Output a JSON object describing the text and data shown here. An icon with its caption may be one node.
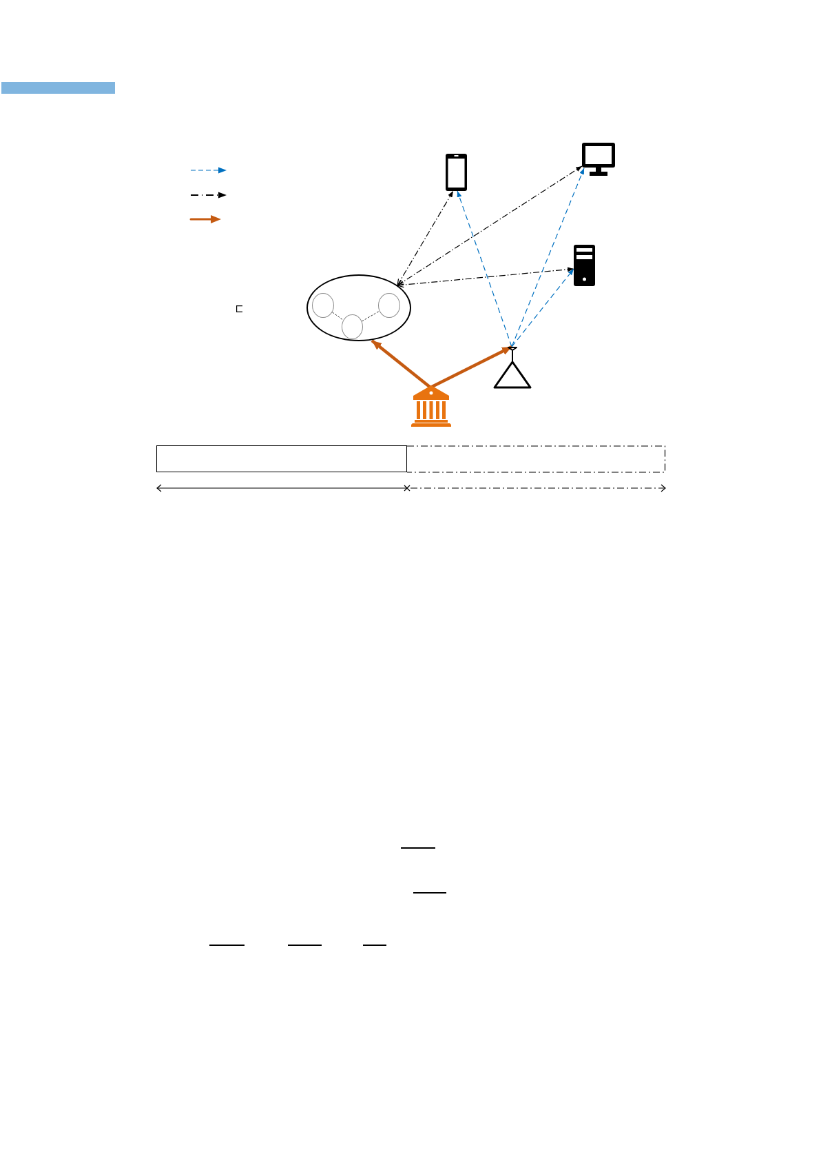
{
  "diagram": {
    "nodes": [
      {
        "text": [],
        "shape": "phone"
      },
      {
        "text": [],
        "shape": "monitor"
      },
      {
        "text": [],
        "shape": "server"
      },
      {
        "text": [],
        "shape": "ellipse"
      },
      {
        "text": [],
        "shape": "circle",
        "in": 3
      },
      {
        "text": [],
        "shape": "circle",
        "in": 3
      },
      {
        "text": [],
        "shape": "circle",
        "in": 3
      },
      {
        "text": [],
        "shape": "antenna"
      },
      {
        "text": [],
        "shape": "building"
      },
      {
        "text": [],
        "shape": "box"
      },
      {
        "text": [],
        "shape": "box"
      }
    ],
    "edges": [
      {
        "from": 3,
        "to": 0,
        "arrow": "both",
        "style": "dashed"
      },
      {
        "from": 3,
        "to": 1,
        "arrow": "both",
        "style": "dashed"
      },
      {
        "from": 3,
        "to": 2,
        "arrow": "both",
        "style": "dashed"
      },
      {
        "from": 7,
        "to": 0,
        "arrow": "to",
        "style": "dashed",
        "color": "#0070c0"
      },
      {
        "from": 7,
        "to": 1,
        "arrow": "to",
        "style": "dashed",
        "color": "#0070c0"
      },
      {
        "from": 7,
        "to": 2,
        "arrow": "to",
        "style": "dashed",
        "color": "#0070c0"
      },
      {
        "from": 8,
        "to": 3,
        "arrow": "to",
        "style": "thick",
        "color": "#c55a11"
      },
      {
        "from": 8,
        "to": 7,
        "arrow": "to",
        "style": "thick",
        "color": "#c55a11"
      },
      {
        "from": 4,
        "to": 5,
        "arrow": "none",
        "style": "dashed"
      },
      {
        "from": 5,
        "to": 6,
        "arrow": "none",
        "style": "dashed"
      }
    ]
  }
}
